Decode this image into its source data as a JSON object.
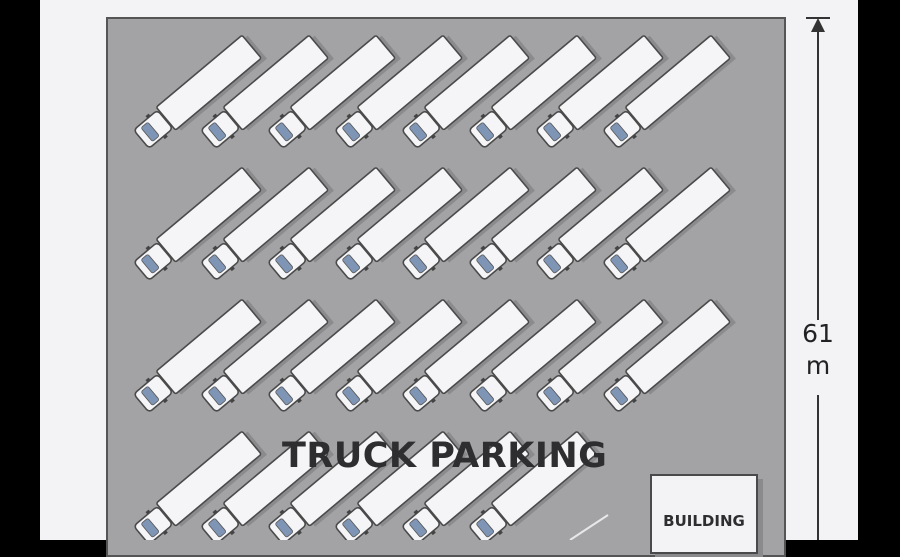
{
  "lot": {
    "label": "TRUCK PARKING",
    "truck_rows": [
      8,
      8,
      8,
      6
    ]
  },
  "building": {
    "label": "BUILDING"
  },
  "dimension": {
    "value": "61",
    "unit": "m"
  },
  "colors": {
    "lot": "#a3a3a5",
    "truck": "#f5f5f7",
    "windshield": "#7f95b5",
    "outline": "#4a4a4a"
  }
}
